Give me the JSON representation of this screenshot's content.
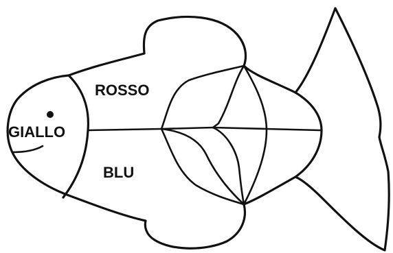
{
  "labels": {
    "giallo": "GIALLO",
    "rosso": "ROSSO",
    "blu": "BLU"
  },
  "colors": {
    "stroke": "#111111",
    "background": "#ffffff"
  }
}
